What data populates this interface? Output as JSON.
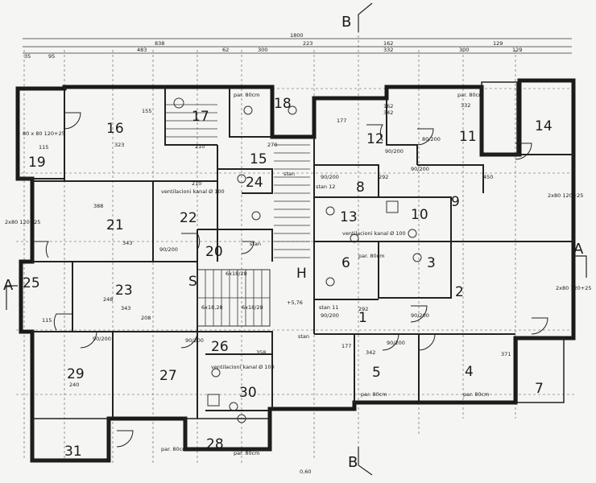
{
  "section_labels": {
    "a_left": "A",
    "a_right": "A",
    "b_top": "B",
    "b_bottom": "B"
  },
  "elevation": "0,60",
  "rooms": [
    {
      "id": "r1",
      "num": "1"
    },
    {
      "id": "r2",
      "num": "2"
    },
    {
      "id": "r3",
      "num": "3"
    },
    {
      "id": "r4",
      "num": "4"
    },
    {
      "id": "r5",
      "num": "5"
    },
    {
      "id": "r6",
      "num": "6"
    },
    {
      "id": "r7",
      "num": "7"
    },
    {
      "id": "r8",
      "num": "8"
    },
    {
      "id": "r9",
      "num": "9"
    },
    {
      "id": "r10",
      "num": "10"
    },
    {
      "id": "r11",
      "num": "11"
    },
    {
      "id": "r12",
      "num": "12"
    },
    {
      "id": "r13",
      "num": "13"
    },
    {
      "id": "r14",
      "num": "14"
    },
    {
      "id": "r15",
      "num": "15"
    },
    {
      "id": "r16",
      "num": "16"
    },
    {
      "id": "r17",
      "num": "17"
    },
    {
      "id": "r18",
      "num": "18"
    },
    {
      "id": "r19",
      "num": "19"
    },
    {
      "id": "r20",
      "num": "20"
    },
    {
      "id": "r21",
      "num": "21"
    },
    {
      "id": "r22",
      "num": "22"
    },
    {
      "id": "r23",
      "num": "23"
    },
    {
      "id": "r24",
      "num": "24"
    },
    {
      "id": "r25",
      "num": "25"
    },
    {
      "id": "r26",
      "num": "26"
    },
    {
      "id": "r27",
      "num": "27"
    },
    {
      "id": "r28",
      "num": "28"
    },
    {
      "id": "r29",
      "num": "29"
    },
    {
      "id": "r30",
      "num": "30"
    },
    {
      "id": "r31",
      "num": "31"
    },
    {
      "id": "rS",
      "num": "S"
    },
    {
      "id": "rH",
      "num": "H"
    }
  ],
  "stair_labels": {
    "s1": "6x18/28",
    "s2": "6x18,28",
    "s3": "6x18/28"
  },
  "annotations": {
    "stan_a": "stan",
    "stan_b": "stan",
    "stan_c": "stan 11",
    "stan_d": "stan 12",
    "stan_e": "stan",
    "vent_a": "ventilacioni kanal Ø 100",
    "vent_b": "ventilacioni kanal Ø 100",
    "vent_c": "ventilacioni kanal Ø 100",
    "par80_a": "par. 80cm",
    "par80_b": "par. 80cm",
    "par80_c": "par. 80cm",
    "par80_d": "par. 80cm",
    "par80_e": "par. 80cm",
    "par80_f": "par. 80cm",
    "par80_g": "par. 80cm",
    "win_a": "2x80 120+25",
    "win_b": "2x80 120+25",
    "win_c": "2x80 120+25",
    "win_d": "80 x 80 120+25",
    "door_a": "90/200",
    "door_b": "90/200",
    "door_c": "90/200",
    "door_d": "90/200",
    "door_e": "90/200",
    "door_f": "90/200",
    "door_g": "90/200",
    "door_h": "90/200",
    "door_i": "80/200",
    "door_j": "90/200",
    "lvl": "+5,76"
  },
  "dimensions": {
    "top_total": "1800",
    "top_a": "838",
    "top_b": "223",
    "top_c": "162",
    "top_d": "129",
    "top_e": "483",
    "top_f": "62",
    "top_g": "300",
    "top_h": "332",
    "top_i": "300",
    "top_j": "129",
    "top_k": "95",
    "top_l": "35",
    "d16a": "323",
    "d16b": "155",
    "d16c": "210",
    "d17": "210",
    "d15": "270",
    "d21a": "388",
    "d21b": "343",
    "d23a": "248",
    "d23b": "343",
    "d23c": "208",
    "d12a": "162",
    "d12b": "342",
    "d12c": "177",
    "d11": "332",
    "d8": "292",
    "d1": "292",
    "d5a": "177",
    "d5b": "342",
    "d26": "358",
    "d29": "240",
    "d14": "450",
    "d4": "371",
    "d19": "115",
    "d25": "115"
  }
}
